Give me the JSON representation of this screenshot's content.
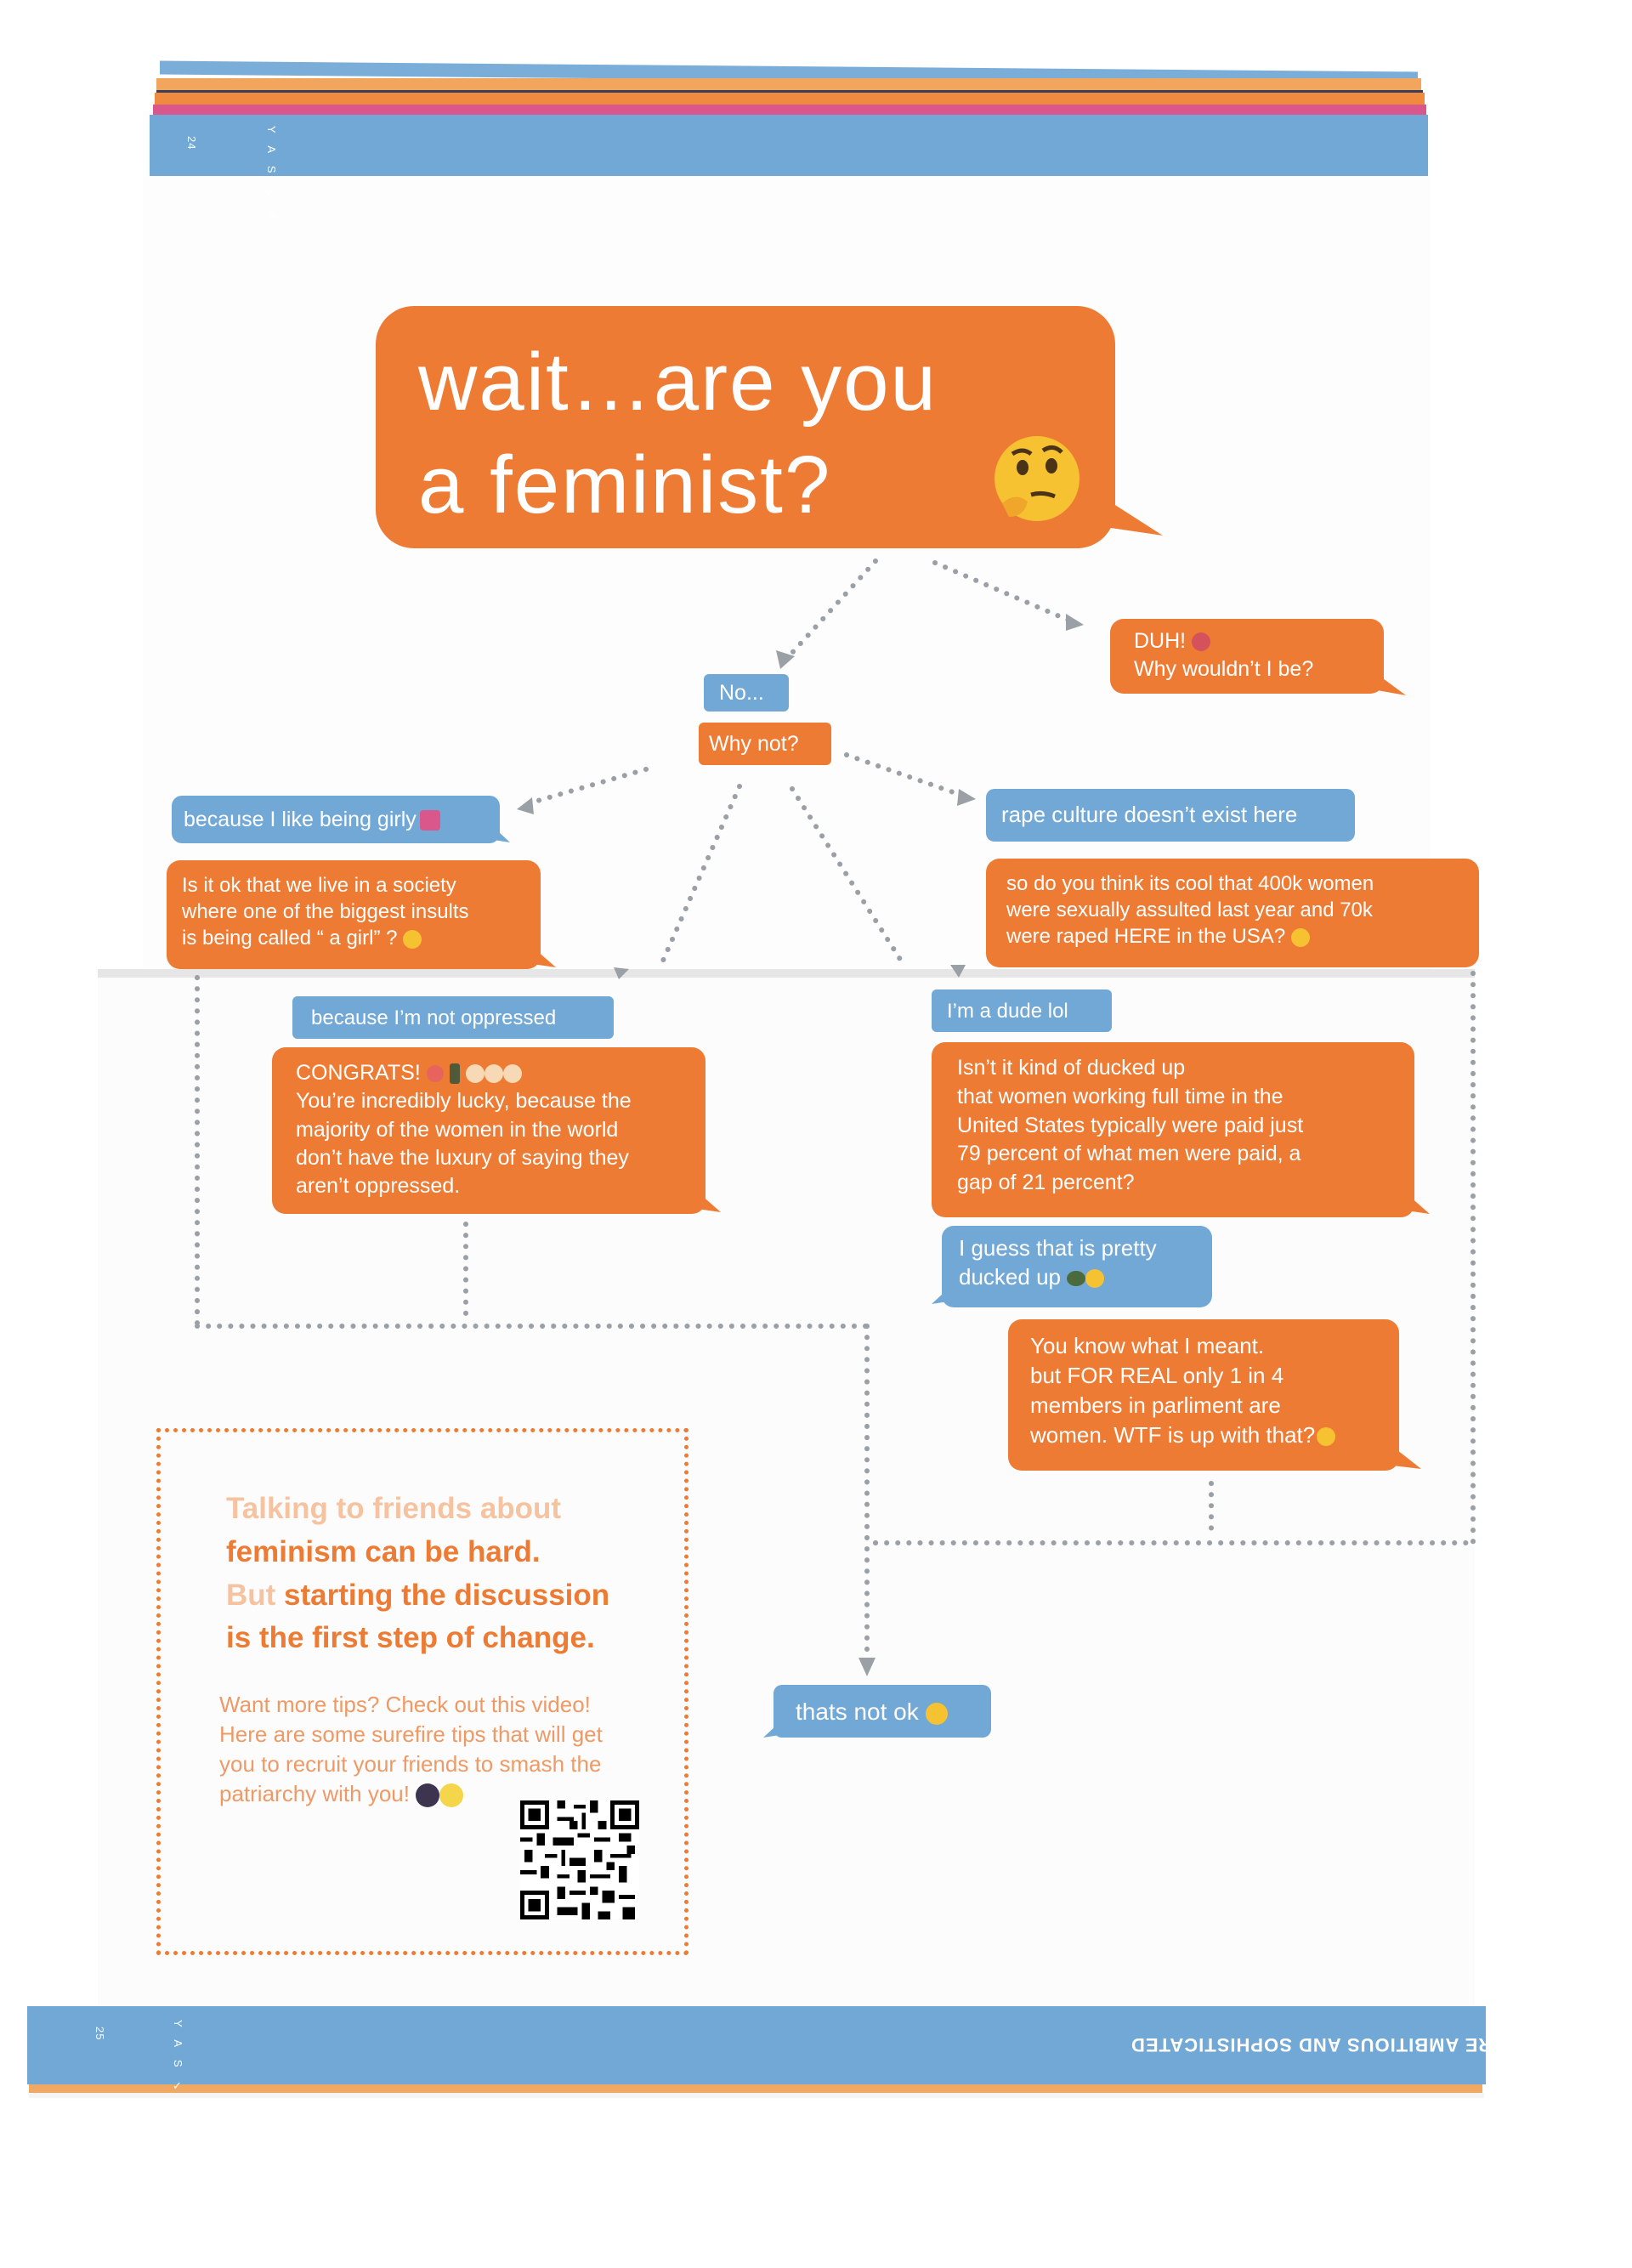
{
  "top_page": {
    "header_letters": "Y A S ✓ A",
    "page_number": "24"
  },
  "title": {
    "line1": "wait…are you",
    "line2": "a feminist?",
    "emoji": "thinking-face-icon"
  },
  "bubbles": {
    "duh": {
      "line1": "DUH!",
      "line2": "Why wouldn’t I be?"
    },
    "no": "No...",
    "why_not": "Why not?",
    "girly": "because I like being girly",
    "girl_reply": {
      "line1": "Is it ok that we live in a society",
      "line2": "where one of the biggest insults",
      "line3": "is being called “ a girl” ?"
    },
    "rape_culture": "rape culture doesn’t exist here",
    "rape_reply": {
      "line1": "so do you think its cool that 400k women",
      "line2": "were sexually assulted last year and 70k",
      "line3": "were raped HERE in the USA?"
    },
    "not_oppressed": "because I’m not oppressed",
    "congrats": {
      "line1": "CONGRATS!",
      "line2": "You’re incredibly lucky, because the",
      "line3": "majority of the women in the world",
      "line4": "don’t have the luxury of saying they",
      "line5": "aren’t oppressed."
    },
    "dude": "I’m a dude  lol",
    "pay_gap": {
      "line1": "Isn’t it kind of ducked up",
      "line2": "that women working full time in the",
      "line3": "United States typically were paid just",
      "line4": "79 percent of what men were paid, a",
      "line5": "gap of 21 percent?"
    },
    "pretty_ducked": {
      "line1": "I guess that is pretty",
      "line2": "ducked up"
    },
    "parliament": {
      "line1": "You know what I meant.",
      "line2": "but FOR REAL only 1 in 4",
      "line3": "members in parliment are",
      "line4": "women. WTF is up with that?"
    },
    "not_ok": "thats not ok"
  },
  "tips": {
    "head1a": "Talking to friends about",
    "head2": "feminism can be hard.",
    "head3a": "But",
    "head3b": " starting the discussion",
    "head4": "is the first step of change.",
    "body1": "Want more tips? Check out this video!",
    "body2": "Here are some surefire tips that will get",
    "body3": "you to recruit your friends to smash the",
    "body4": "patriarchy with you!"
  },
  "footer": {
    "letters": "Y A S ✓ A",
    "page_number": "25",
    "slogan": "YOU ARE AMBITIOUS AND SOPHISTICATED"
  },
  "colors": {
    "orange": "#ee7b34",
    "blue": "#72a8d6",
    "pink": "#d9578a",
    "dots": "#9aa0a6"
  }
}
